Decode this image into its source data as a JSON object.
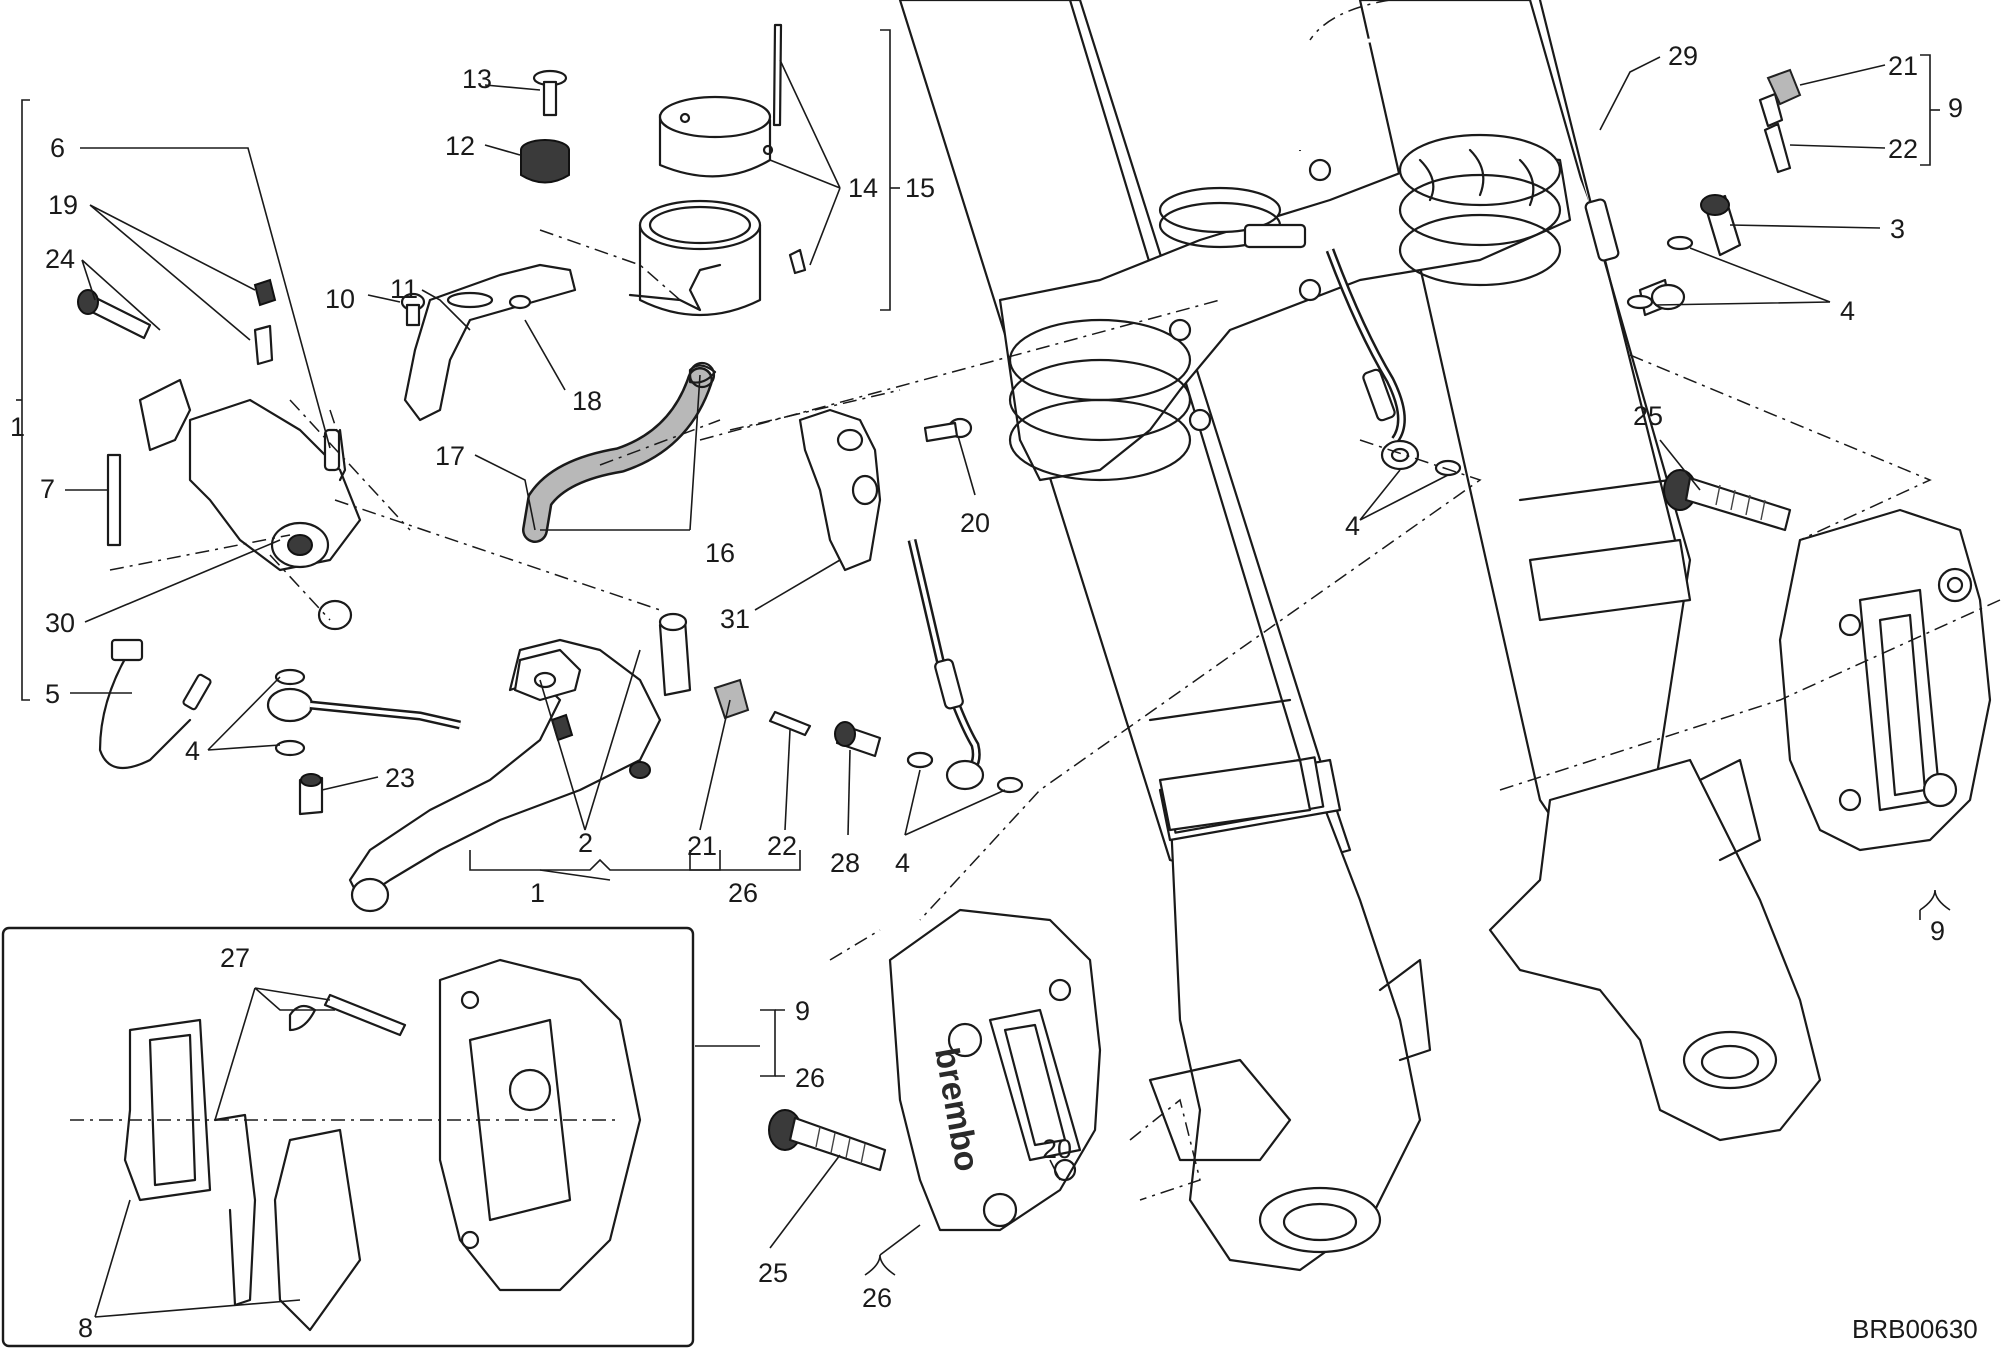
{
  "drawing_code": "BRB00630",
  "brand_marking": "brembo",
  "colors": {
    "line": "#1a1a1a",
    "background": "#ffffff",
    "hose": "#b8b8b8"
  },
  "callouts": [
    {
      "id": "c1a",
      "text": "1"
    },
    {
      "id": "c1b",
      "text": "1"
    },
    {
      "id": "c2",
      "text": "2"
    },
    {
      "id": "c3",
      "text": "3"
    },
    {
      "id": "c4a",
      "text": "4"
    },
    {
      "id": "c4b",
      "text": "4"
    },
    {
      "id": "c4c",
      "text": "4"
    },
    {
      "id": "c4d",
      "text": "4"
    },
    {
      "id": "c5",
      "text": "5"
    },
    {
      "id": "c6",
      "text": "6"
    },
    {
      "id": "c7",
      "text": "7"
    },
    {
      "id": "c8",
      "text": "8"
    },
    {
      "id": "c9a",
      "text": "9"
    },
    {
      "id": "c9b",
      "text": "9"
    },
    {
      "id": "c9c",
      "text": "9"
    },
    {
      "id": "c10",
      "text": "10"
    },
    {
      "id": "c11",
      "text": "11"
    },
    {
      "id": "c12",
      "text": "12"
    },
    {
      "id": "c13",
      "text": "13"
    },
    {
      "id": "c14",
      "text": "14"
    },
    {
      "id": "c15",
      "text": "15"
    },
    {
      "id": "c16",
      "text": "16"
    },
    {
      "id": "c17",
      "text": "17"
    },
    {
      "id": "c18",
      "text": "18"
    },
    {
      "id": "c19",
      "text": "19"
    },
    {
      "id": "c20a",
      "text": "20"
    },
    {
      "id": "c20b",
      "text": "20"
    },
    {
      "id": "c21a",
      "text": "21"
    },
    {
      "id": "c21b",
      "text": "21"
    },
    {
      "id": "c22a",
      "text": "22"
    },
    {
      "id": "c22b",
      "text": "22"
    },
    {
      "id": "c23",
      "text": "23"
    },
    {
      "id": "c24",
      "text": "24"
    },
    {
      "id": "c25a",
      "text": "25"
    },
    {
      "id": "c25b",
      "text": "25"
    },
    {
      "id": "c26a",
      "text": "26"
    },
    {
      "id": "c26b",
      "text": "26"
    },
    {
      "id": "c26c",
      "text": "26"
    },
    {
      "id": "c27",
      "text": "27"
    },
    {
      "id": "c28",
      "text": "28"
    },
    {
      "id": "c29",
      "text": "29"
    },
    {
      "id": "c30",
      "text": "30"
    },
    {
      "id": "c31",
      "text": "31"
    }
  ]
}
